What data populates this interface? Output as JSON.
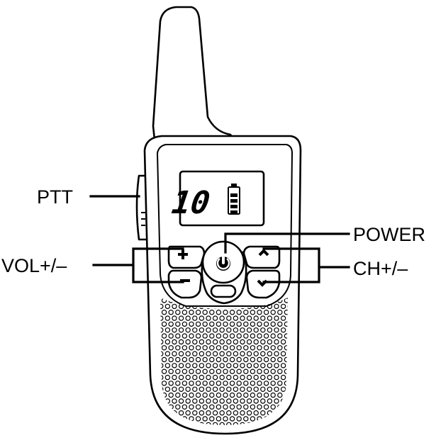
{
  "device": "walkie-talkie",
  "labels": {
    "ptt": "PTT",
    "power": "POWER",
    "volume": "VOL+/–",
    "channel": "CH+/–"
  },
  "display": {
    "channel": "10",
    "battery_bars": 4
  },
  "icons": {
    "power_button": "power-icon",
    "volume_up": "plus-icon",
    "volume_down": "minus-icon",
    "channel_up": "chevron-up-icon",
    "channel_down": "chevron-down-icon",
    "speaker": "speaker-grille"
  },
  "colors": {
    "line": "#000000",
    "background": "#ffffff"
  }
}
